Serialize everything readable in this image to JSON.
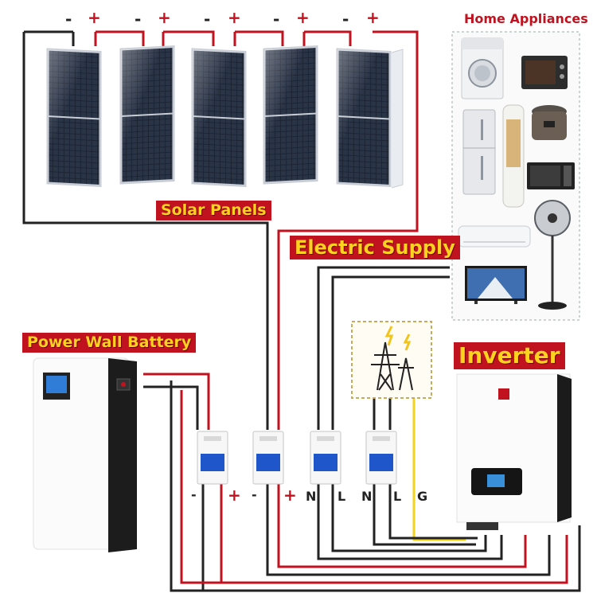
{
  "labels": {
    "solar_panels": "Solar Panels",
    "electric_supply": "Electric Supply",
    "power_wall_battery": "Power Wall Battery",
    "inverter": "Inverter",
    "home_appliances": "Home Appliances"
  },
  "panel_terminals": [
    {
      "neg": "-",
      "pos": "+"
    },
    {
      "neg": "-",
      "pos": "+"
    },
    {
      "neg": "-",
      "pos": "+"
    },
    {
      "neg": "-",
      "pos": "+"
    },
    {
      "neg": "-",
      "pos": "+"
    }
  ],
  "breaker_terminals": [
    "-",
    "+",
    "-",
    "+",
    "N",
    "L",
    "N",
    "L",
    "G"
  ],
  "appliance_icons": [
    "washing-machine-icon",
    "oven-icon",
    "refrigerator-icon",
    "air-conditioner-tower-icon",
    "rice-cooker-icon",
    "microwave-icon",
    "split-air-conditioner-icon",
    "fan-icon",
    "television-icon"
  ],
  "colors": {
    "label_bg": "#c1121f",
    "label_text": "#ffd21f",
    "wire_red": "#c1121f",
    "wire_black": "#222222",
    "wire_yellow": "#f2d21b",
    "breaker_blue": "#1f56c9"
  }
}
